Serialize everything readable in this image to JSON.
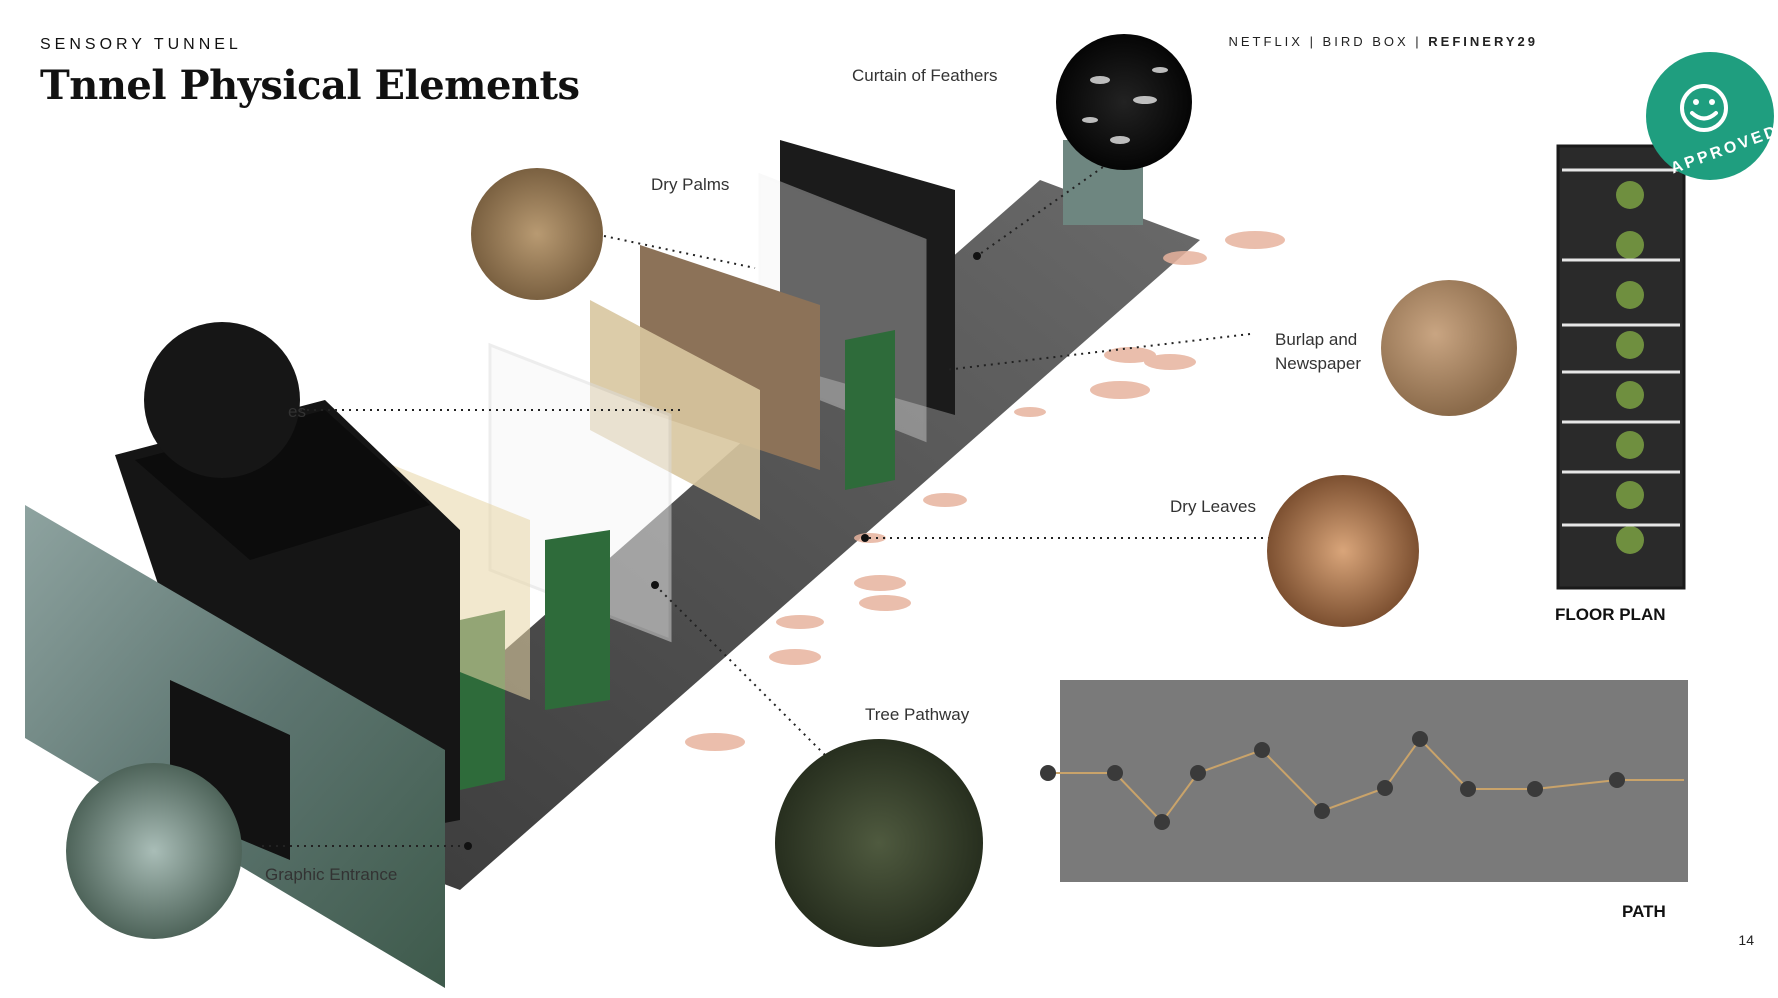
{
  "header": {
    "eyebrow": "SENSORY TUNNEL",
    "title": "Tnnel Physical Elements",
    "brand_left": "NETFLIX | BIRD BOX | ",
    "brand_right": "REFINERY29"
  },
  "labels": {
    "feathers": "Curtain of Feathers",
    "palms": "Dry Palms",
    "vines_partial": "es",
    "burlap_line1": "Burlap and",
    "burlap_line2": "Newspaper",
    "leaves": "Dry Leaves",
    "tree": "Tree Pathway",
    "entrance": "Graphic Entrance",
    "floor_plan": "FLOOR PLAN",
    "path": "PATH"
  },
  "stamp": {
    "text": "APPROVED!",
    "color": "#1f9e7f"
  },
  "page_number": "14",
  "colors": {
    "path_panel": "#7a7a7a",
    "accent": "#1f9e7f",
    "rope": "#c9a36a"
  }
}
